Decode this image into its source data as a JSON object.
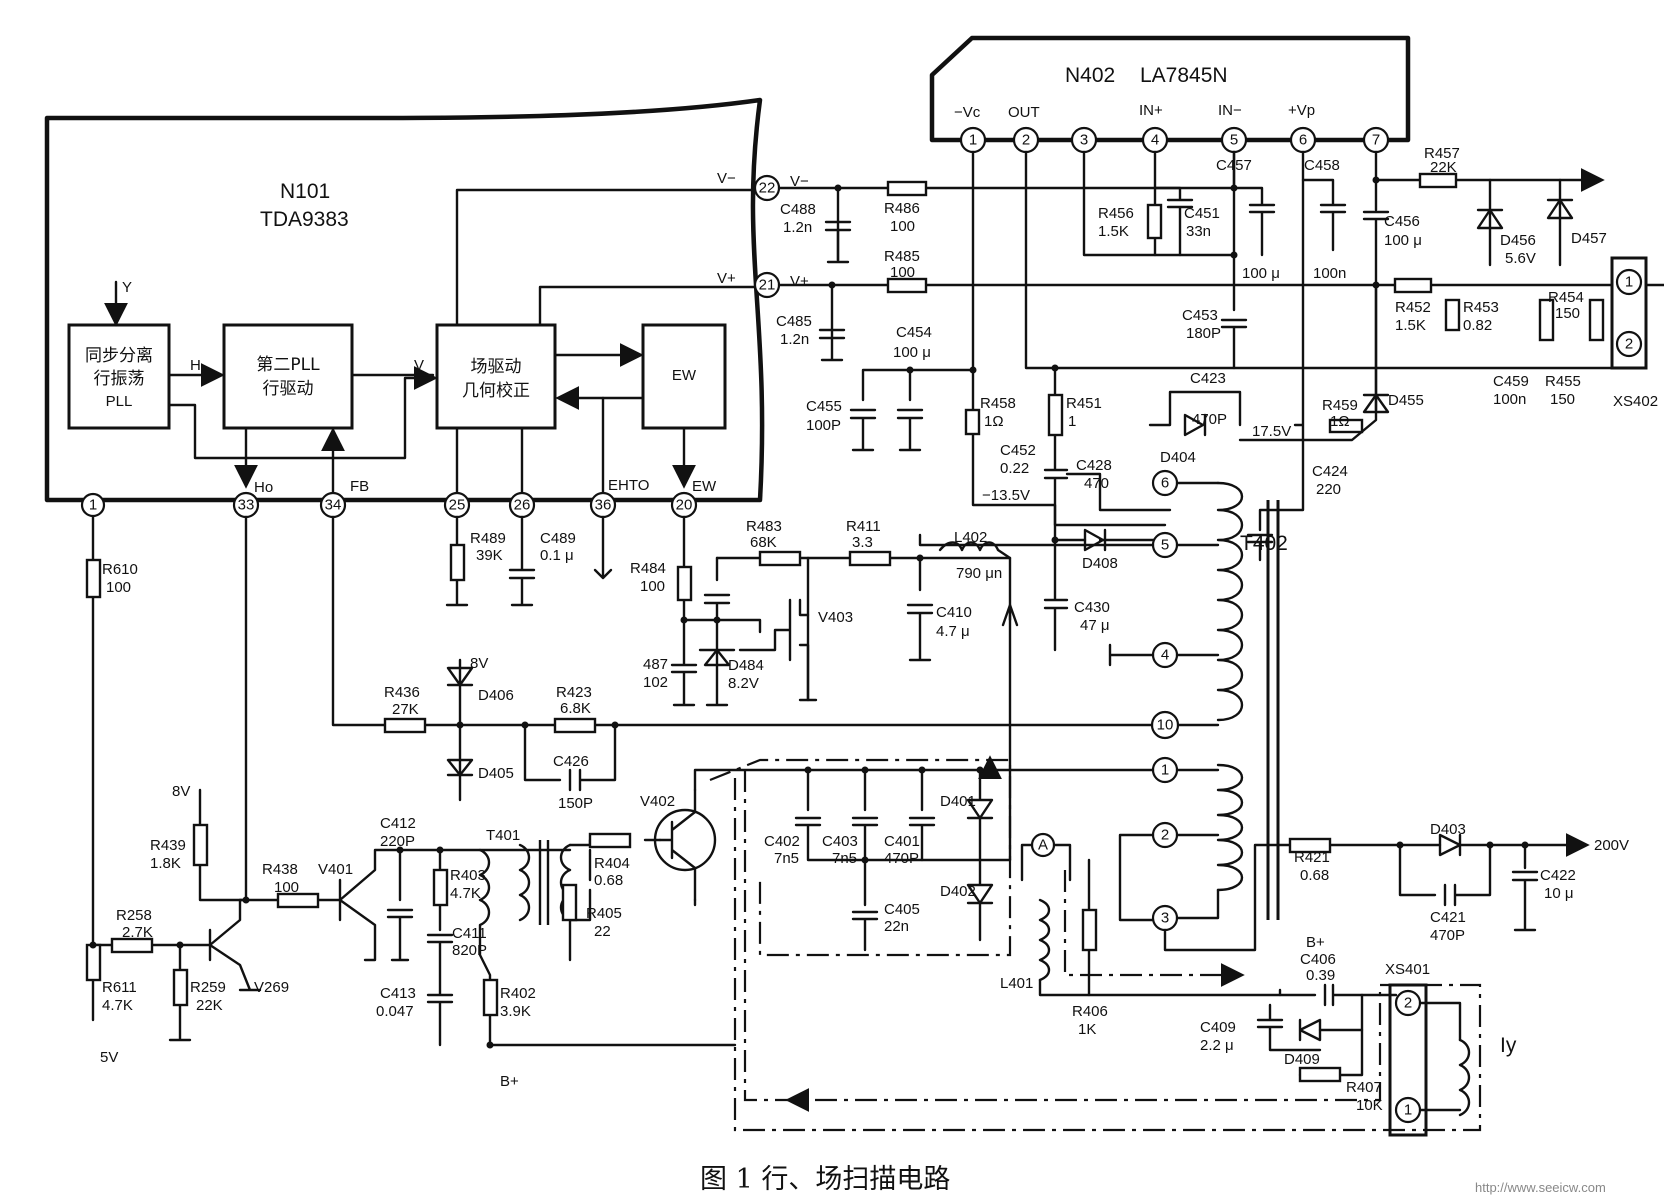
{
  "caption": "图 1 行、场扫描电路",
  "watermark": "http://www.seeicw.com",
  "n101": {
    "ref": "N101",
    "part": "TDA9383"
  },
  "n402": {
    "ref": "N402",
    "part": "LA7845N"
  },
  "blocks": {
    "sync1": "同步分离",
    "sync2": "行振荡",
    "sync3": "PLL",
    "pll1": "第二PLL",
    "pll2": "行驱动",
    "vd1": "场驱动",
    "vd2": "几何校正",
    "ew": "EW"
  },
  "signals": {
    "y": "Y",
    "h": "H",
    "v": "V",
    "ho": "Ho",
    "fb": "FB",
    "ehto": "EHTO",
    "ew": "EW",
    "vminus": "V−",
    "vplus": "V+"
  },
  "ic_pins": {
    "p1": "1",
    "p33": "33",
    "p34": "34",
    "p25": "25",
    "p26": "26",
    "p36": "36",
    "p20": "20",
    "p22": "22",
    "p21": "21"
  },
  "la_pins": {
    "n1": "1",
    "n2": "2",
    "n3": "3",
    "n4": "4",
    "n5": "5",
    "n6": "6",
    "n7": "7",
    "l1": "−Vc",
    "l2": "OUT",
    "l4": "IN+",
    "l5": "IN−",
    "l6": "+Vp"
  },
  "t402_pins": {
    "p6": "6",
    "p5": "5",
    "p4": "4",
    "p10": "10",
    "p1": "1",
    "p2": "2",
    "p3": "3"
  },
  "t402": "T402",
  "components": {
    "c488": "C488",
    "c488v": "1.2n",
    "r486": "R486",
    "r486v": "100",
    "r485": "R485",
    "r485v": "100",
    "c485": "C485",
    "c485v": "1.2n",
    "c454": "C454",
    "c454v": "100 μ",
    "c455": "C455",
    "c455v": "100P",
    "r458": "R458",
    "r458v": "1Ω",
    "r451": "R451",
    "r451v": "1",
    "c452": "C452",
    "c452v": "0.22",
    "c428": "C428",
    "c428v": "470",
    "m135": "−13.5V",
    "r456": "R456",
    "r456v": "1.5K",
    "c451": "C451",
    "c451v": "33n",
    "c457": "C457",
    "c457v": "100 μ",
    "c458": "C458",
    "c458v": "100n",
    "c456": "C456",
    "c456v": "100 μ",
    "r457": "R457",
    "r457v": "22K",
    "d456": "D456",
    "d456v": "5.6V",
    "d457": "D457",
    "c453": "C453",
    "c453v": "180P",
    "r452": "R452",
    "r452v": "1.5K",
    "r453": "R453",
    "r453v": "0.82",
    "r454": "R454",
    "r454v": "150",
    "r455": "R455",
    "r455v": "150",
    "c459": "C459",
    "c459v": "100n",
    "xs402": "XS402",
    "xs402p1": "1",
    "xs402p2": "2",
    "c423": "C423",
    "c423v": "470P",
    "d404": "D404",
    "v175": "17.5V",
    "r459": "R459",
    "r459v": "1Ω",
    "d455": "D455",
    "c424": "C424",
    "c424v": "220",
    "d408": "D408",
    "c430": "C430",
    "c430v": "47 μ",
    "r483": "R483",
    "r483v": "68K",
    "r411": "R411",
    "r411v": "3.3",
    "l402": "L402",
    "l402v": "790 μn",
    "c410": "C410",
    "c410v": "4.7 μ",
    "v403": "V403",
    "r484": "R484",
    "r484v": "100",
    "c487": "487",
    "c487v": "102",
    "d484": "D484",
    "d484v": "8.2V",
    "r489": "R489",
    "r489v": "39K",
    "c489": "C489",
    "c489v": "0.1 μ",
    "r610": "R610",
    "r610v": "100",
    "r436": "R436",
    "r436v": "27K",
    "v8": "8V",
    "d406": "D406",
    "d405": "D405",
    "r423": "R423",
    "r423v": "6.8K",
    "c426": "C426",
    "c426v": "150P",
    "v8b": "8V",
    "r439": "R439",
    "r439v": "1.8K",
    "r438": "R438",
    "r438v": "100",
    "v401": "V401",
    "c412": "C412",
    "c412v": "220P",
    "r403": "R403",
    "r403v": "4.7K",
    "c411": "C411",
    "c411v": "820P",
    "t401": "T401",
    "r404": "R404",
    "r404v": "0.68",
    "r405": "R405",
    "r405v": "22",
    "v402": "V402",
    "c413": "C413",
    "c413v": "0.047",
    "r402": "R402",
    "r402v": "3.9K",
    "bplus": "B+",
    "r258": "R258",
    "r258v": "2.7K",
    "r259": "R259",
    "r259v": "22K",
    "v269": "V269",
    "r611": "R611",
    "r611v": "4.7K",
    "v5": "5V",
    "c402": "C402",
    "c402v": "7n5",
    "c403": "C403",
    "c403v": "7n5",
    "c401": "C401",
    "c401v": "470P",
    "d401": "D401",
    "d402": "D402",
    "c405": "C405",
    "c405v": "22n",
    "a": "A",
    "l401": "L401",
    "r406": "R406",
    "r406v": "1K",
    "r421": "R421",
    "r421v": "0.68",
    "d403": "D403",
    "v200": "200V",
    "c422": "C422",
    "c422v": "10 μ",
    "c421": "C421",
    "c421v": "470P",
    "bplus2": "B+",
    "c406": "C406",
    "c406v": "0.39",
    "c409": "C409",
    "c409v": "2.2 μ",
    "d409": "D409",
    "r407": "R407",
    "r407v": "10K",
    "xs401": "XS401",
    "xs401p1": "1",
    "xs401p2": "2",
    "iy": "Iy"
  }
}
